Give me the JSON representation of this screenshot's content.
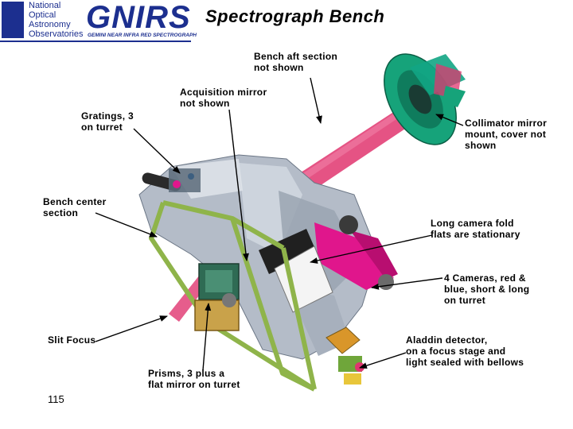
{
  "header": {
    "logo_lines": "National\nOptical\nAstronomy\nObservatories",
    "gnirs_logo": "GNIRS",
    "gnirs_subtitle": "GEMINI NEAR INFRA RED SPECTROGRAPH",
    "title": "Spectrograph Bench"
  },
  "labels": {
    "bench_aft": "Bench aft section\nnot shown",
    "acquisition_mirror": "Acquisition mirror\nnot shown",
    "gratings": "Gratings, 3\non turret",
    "collimator": "Collimator mirror\nmount, cover  not\nshown",
    "bench_center": "Bench center\nsection",
    "long_camera": "Long camera fold\nflats are stationary",
    "cameras": "4 Cameras, red &\nblue, short  & long\non turret",
    "slit_focus": "Slit Focus",
    "aladdin": "Aladdin detector,\non a focus stage and\nlight sealed with bellows",
    "prisms": "Prisms, 3 plus a\nflat mirror on turret"
  },
  "page_number": "115",
  "colors": {
    "brand_blue": "#1c2f8f",
    "beam_pink": "#e0356f",
    "bench_grey": "#b4bcc8",
    "frame_green": "#8fb44a",
    "collimator_teal": "#16a37a",
    "magenta": "#e0168c",
    "detector_orange": "#d9962a"
  }
}
